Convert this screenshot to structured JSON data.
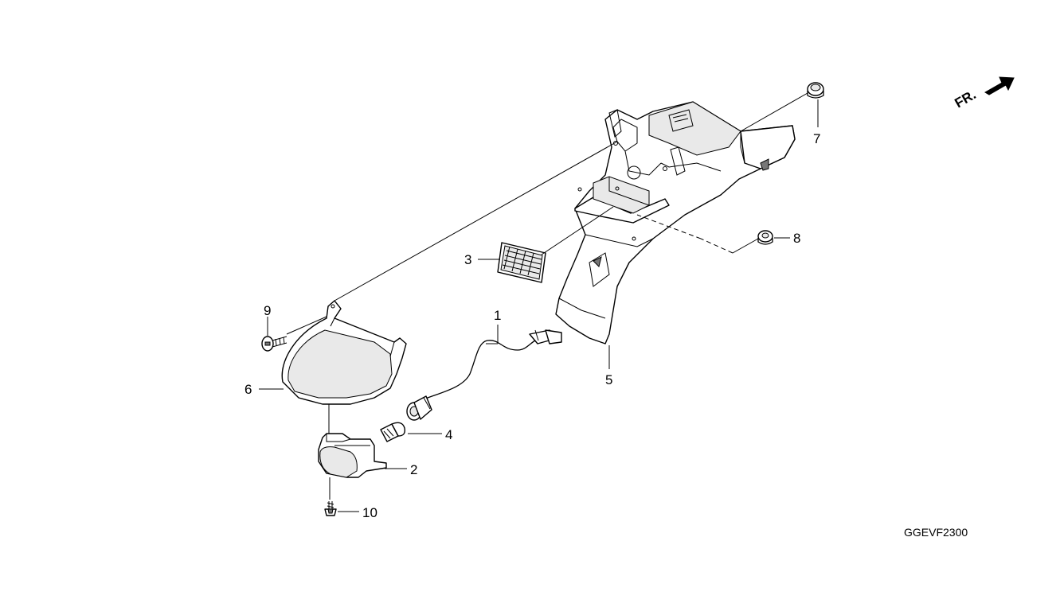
{
  "diagram": {
    "drawing_code": "GGEVF2300",
    "direction_label": "FR.",
    "callouts": [
      {
        "id": "1",
        "label": "1"
      },
      {
        "id": "2",
        "label": "2"
      },
      {
        "id": "3",
        "label": "3"
      },
      {
        "id": "4",
        "label": "4"
      },
      {
        "id": "5",
        "label": "5"
      },
      {
        "id": "6",
        "label": "6"
      },
      {
        "id": "7",
        "label": "7"
      },
      {
        "id": "8",
        "label": "8"
      },
      {
        "id": "9",
        "label": "9"
      },
      {
        "id": "10",
        "label": "10"
      }
    ]
  }
}
